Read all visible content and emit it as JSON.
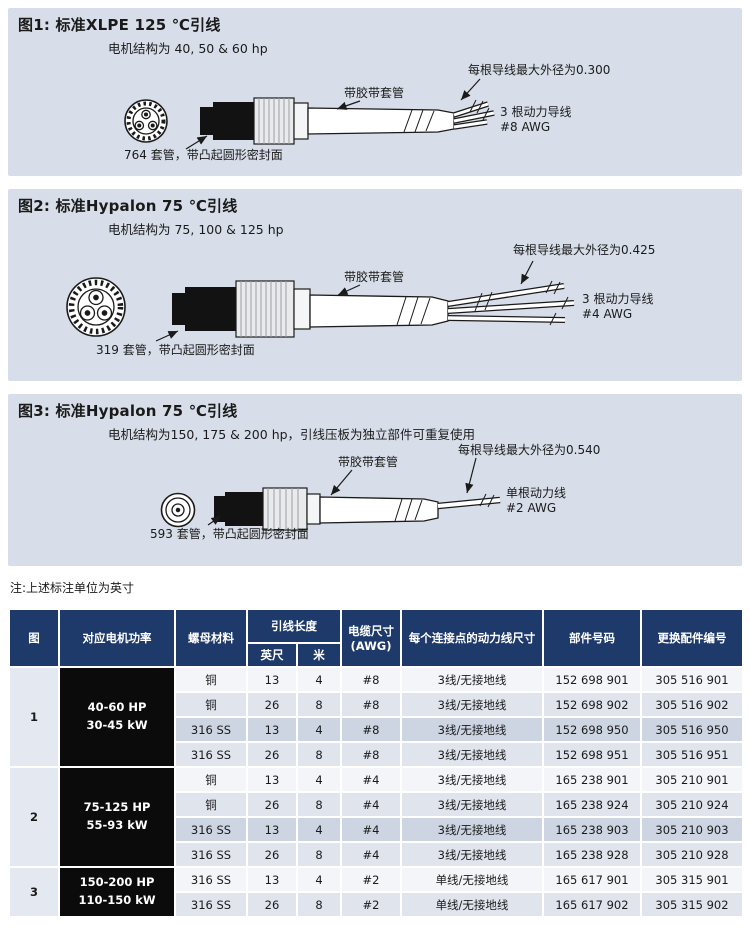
{
  "page": {
    "note": "注:上述标注单位为英寸"
  },
  "figures": [
    {
      "title": "图1: 标准XLPE 125 ℃引线",
      "subtitle": "电机结构为 40, 50 & 60 hp",
      "labels": {
        "tape_sleeve": "带胶带套管",
        "max_od": "每根导线最大外径为0.300",
        "conductors_line1": "3 根动力导线",
        "conductors_line2": "#8 AWG",
        "bushing": "764 套管，带凸起圆形密封面"
      }
    },
    {
      "title": "图2: 标准Hypalon 75 ℃引线",
      "subtitle": "电机结构为 75, 100 & 125 hp",
      "labels": {
        "tape_sleeve": "带胶带套管",
        "max_od": "每根导线最大外径为0.425",
        "conductors_line1": "3 根动力导线",
        "conductors_line2": "#4 AWG",
        "bushing": "319 套管，带凸起圆形密封面"
      }
    },
    {
      "title": "图3: 标准Hypalon 75 ℃引线",
      "subtitle": "电机结构为150, 175 & 200 hp，引线压板为独立部件可重复使用",
      "labels": {
        "tape_sleeve": "带胶带套管",
        "max_od": "每根导线最大外径为0.540",
        "conductors_line1": "单根动力线",
        "conductors_line2": "#2 AWG",
        "bushing": "593 套管，带凸起圆形密封面"
      }
    }
  ],
  "table": {
    "headers": {
      "fig": "图",
      "power": "对应电机功率",
      "nut": "螺母材料",
      "lead_length": "引线长度",
      "feet": "英尺",
      "meters": "米",
      "cable_size": "电缆尺寸\n(AWG)",
      "wire_size": "每个连接点的动力线尺寸",
      "part": "部件号码",
      "replacement": "更换配件编号"
    },
    "groups": [
      {
        "fig": "1",
        "power": "40-60 HP\n30-45 kW",
        "rows": [
          [
            "铜",
            "13",
            "4",
            "#8",
            "3线/无接地线",
            "152 698 901",
            "305 516 901"
          ],
          [
            "铜",
            "26",
            "8",
            "#8",
            "3线/无接地线",
            "152 698 902",
            "305 516 902"
          ],
          [
            "316 SS",
            "13",
            "4",
            "#8",
            "3线/无接地线",
            "152 698 950",
            "305 516 950"
          ],
          [
            "316 SS",
            "26",
            "8",
            "#8",
            "3线/无接地线",
            "152 698 951",
            "305 516 951"
          ]
        ]
      },
      {
        "fig": "2",
        "power": "75-125 HP\n55-93 kW",
        "rows": [
          [
            "铜",
            "13",
            "4",
            "#4",
            "3线/无接地线",
            "165 238 901",
            "305 210 901"
          ],
          [
            "铜",
            "26",
            "8",
            "#4",
            "3线/无接地线",
            "165 238 924",
            "305 210 924"
          ],
          [
            "316 SS",
            "13",
            "4",
            "#4",
            "3线/无接地线",
            "165 238 903",
            "305 210 903"
          ],
          [
            "316 SS",
            "26",
            "8",
            "#4",
            "3线/无接地线",
            "165 238 928",
            "305 210 928"
          ]
        ]
      },
      {
        "fig": "3",
        "power": "150-200 HP\n110-150 kW",
        "rows": [
          [
            "316 SS",
            "13",
            "4",
            "#2",
            "单线/无接地线",
            "165 617 901",
            "305 315 901"
          ],
          [
            "316 SS",
            "26",
            "8",
            "#2",
            "单线/无接地线",
            "165 617 902",
            "305 315 902"
          ]
        ]
      }
    ]
  },
  "colors": {
    "text": "#1a1a1a",
    "panel_bg": "#d8dee9",
    "table_header_bg": "#1e3a6a",
    "table_header_text": "#ffffff",
    "power_cell_bg": "#0b0b0c",
    "fig_cell_bg": "#e4e8f0",
    "row_light": "#f3f5f9",
    "row_mid": "#dfe4ed",
    "row_dark": "#cdd5e2"
  }
}
